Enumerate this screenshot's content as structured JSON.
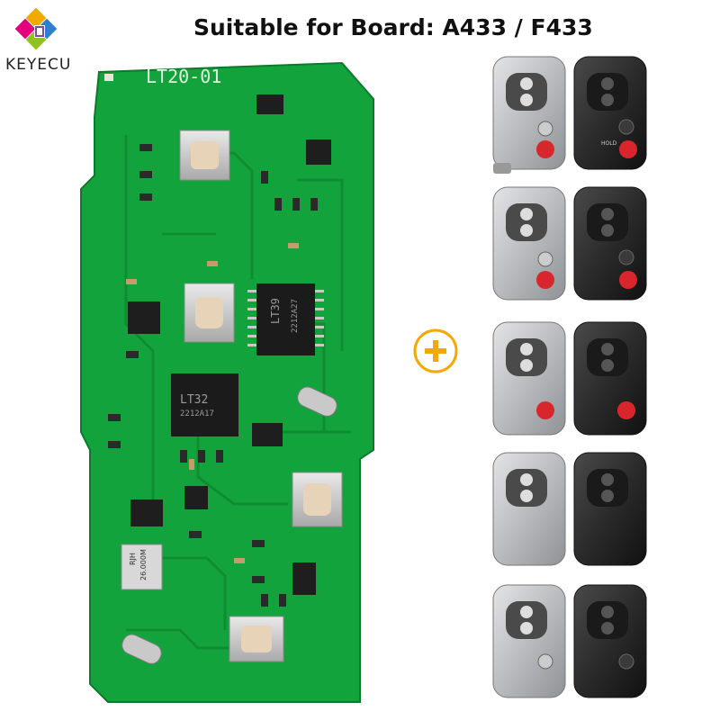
{
  "brand": {
    "name": "KEYECU"
  },
  "headline": "Suitable for Board: A433 / F433",
  "pcb": {
    "board_label": "LT20-01",
    "chip_large": {
      "line1": "LT39",
      "line2": "2212A27"
    },
    "chip_main": {
      "line1": "LT32",
      "line2": "2212A17"
    },
    "crystal": {
      "line1": "RJH",
      "line2": "26.000M"
    },
    "hold_text": "HOLD"
  },
  "colors": {
    "pcb_green": "#13a33c",
    "pcb_trace": "#0f8a32",
    "accent_orange": "#f5a800",
    "fob_silver": "#b9bcbf",
    "fob_black": "#2b2b2b",
    "panic_red": "#d8262c"
  },
  "fobs": [
    {
      "variant": "silver-4btn-trunk"
    },
    {
      "variant": "black-4btn-trunk"
    },
    {
      "variant": "silver-4btn-hatch"
    },
    {
      "variant": "black-4btn-hatch"
    },
    {
      "variant": "silver-3btn-panic"
    },
    {
      "variant": "black-3btn-panic"
    },
    {
      "variant": "silver-2btn"
    },
    {
      "variant": "black-2btn"
    },
    {
      "variant": "silver-3btn-trunk"
    },
    {
      "variant": "black-3btn-trunk"
    }
  ]
}
